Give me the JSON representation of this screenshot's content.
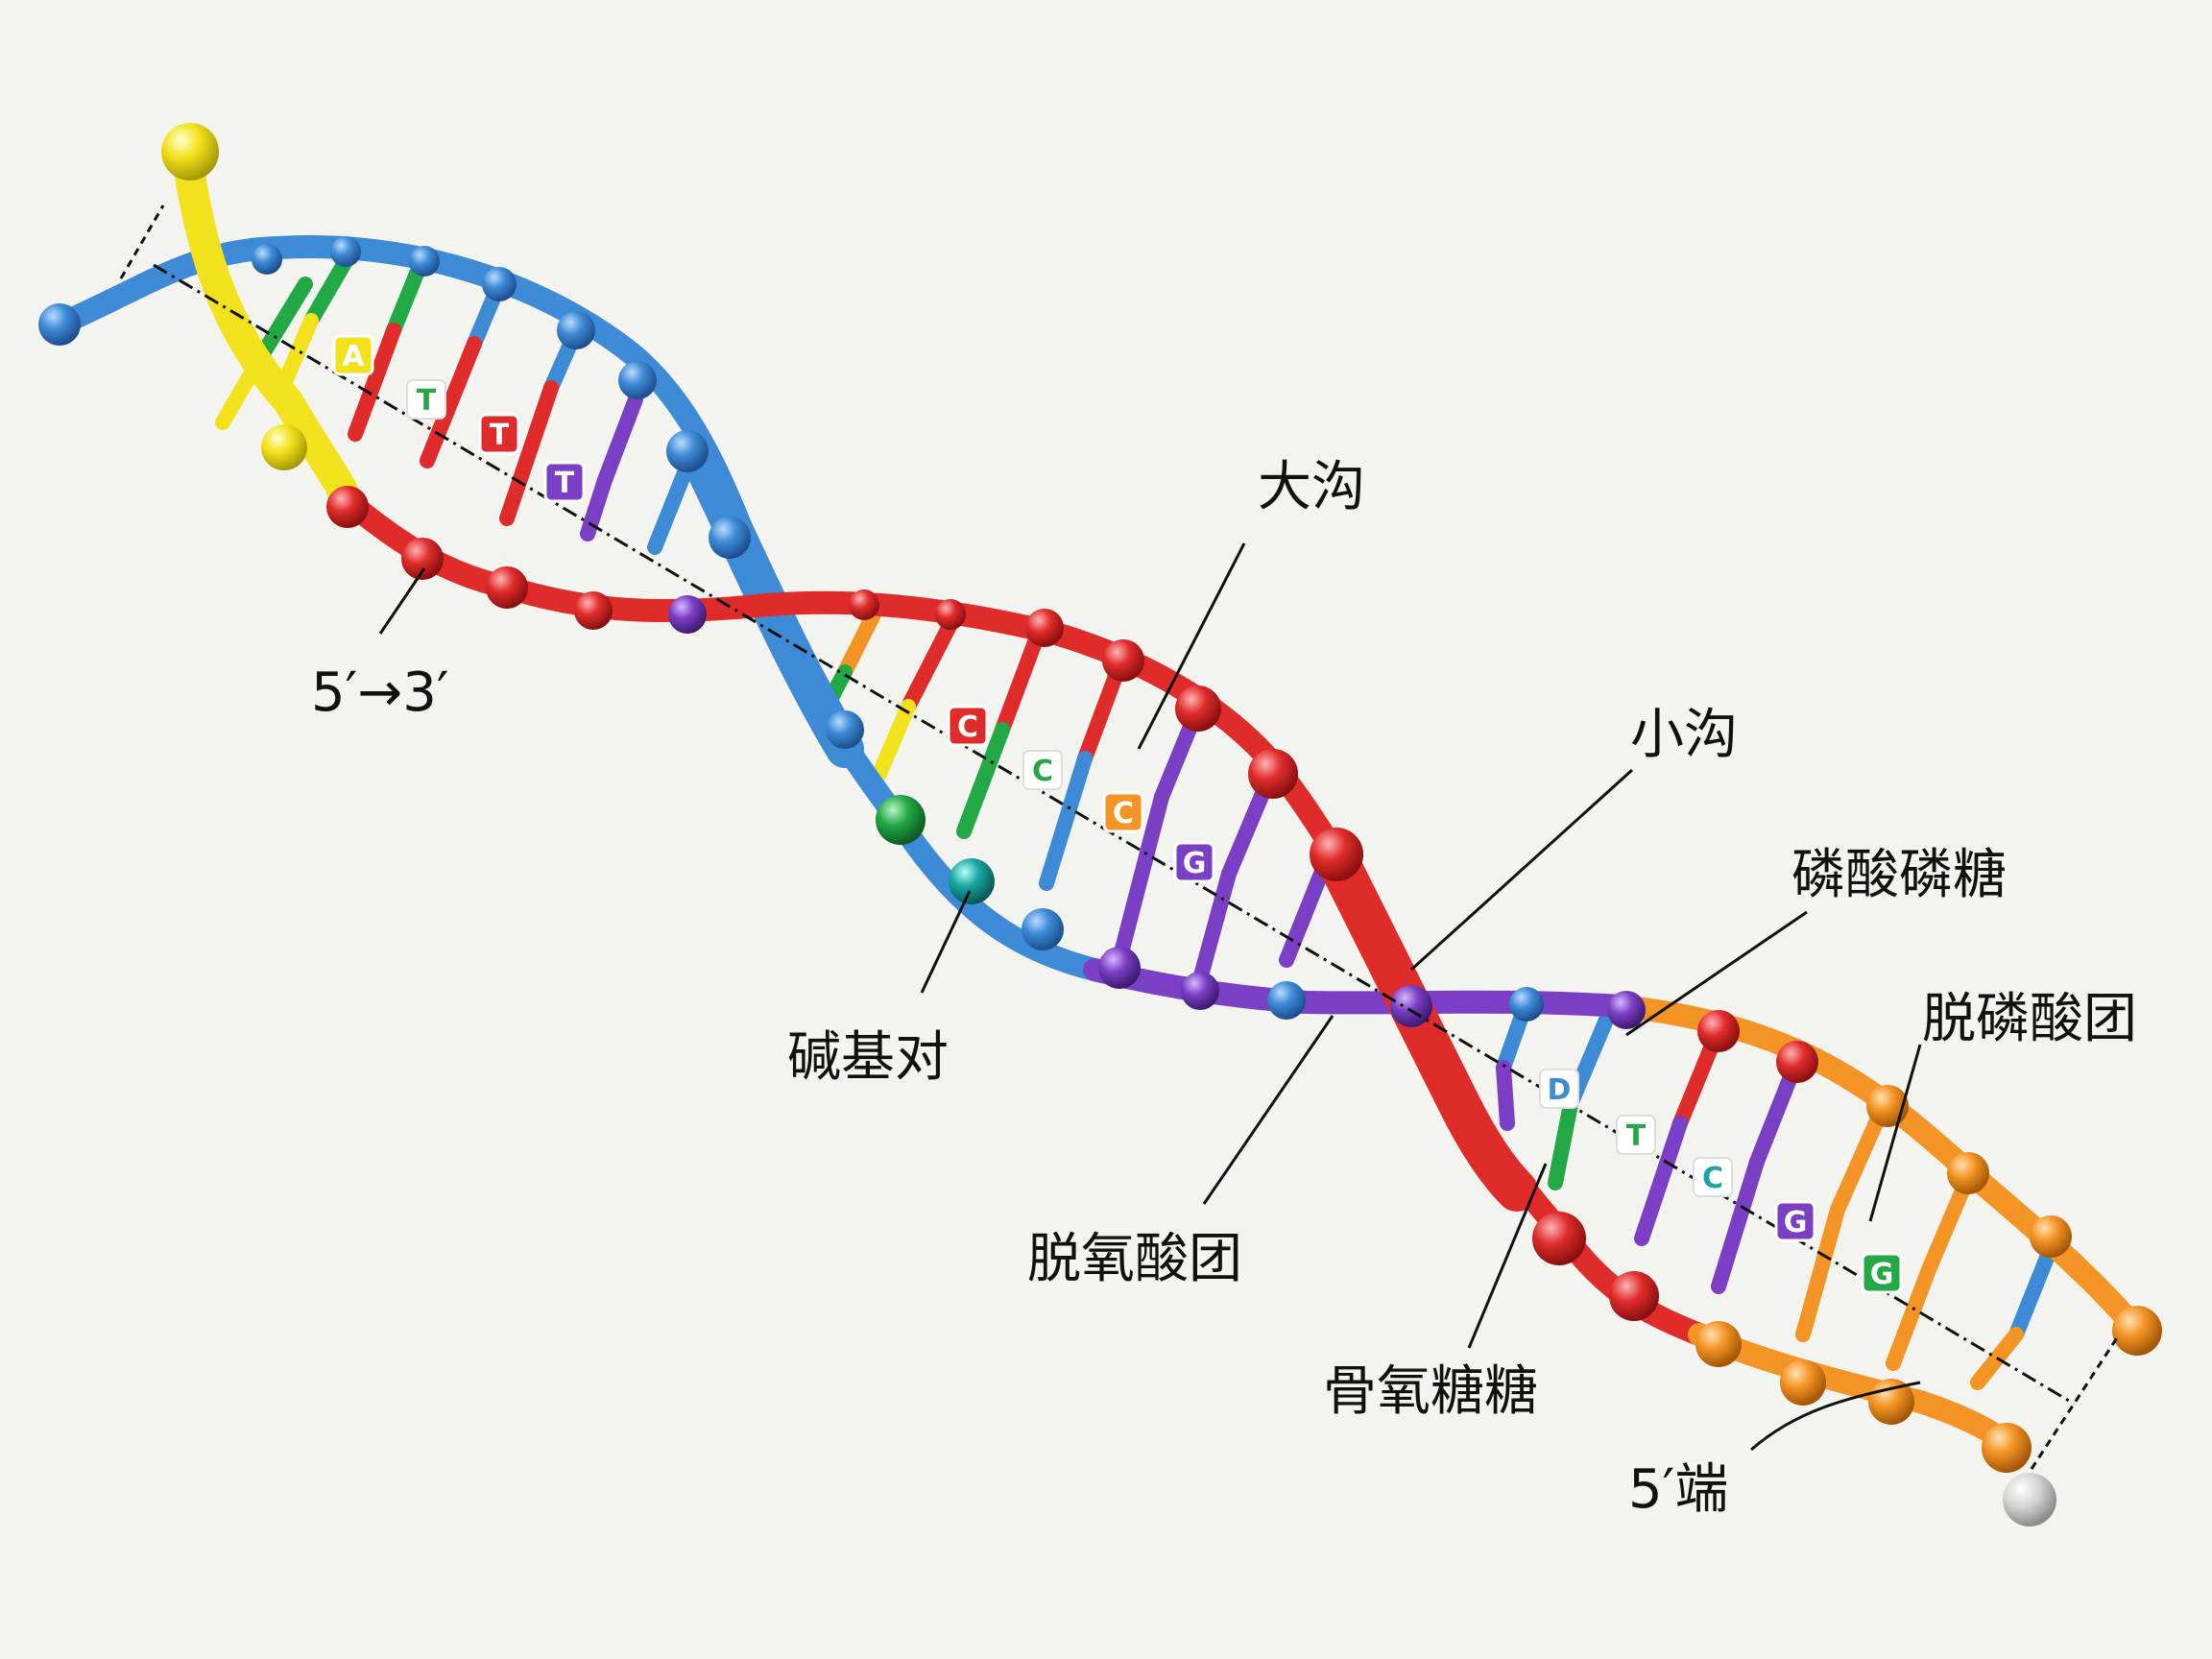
{
  "labels": {
    "major_groove": "大沟",
    "minor_groove": "小沟",
    "direction": "5′→3′",
    "base_pair": "碱基对",
    "phosphate_sugar": "磷酸磷糖",
    "deoxy_phosphate_right": "脱磷酸团",
    "deoxy_phosphate_center": "脱氧酸团",
    "bone_sugar": "骨氧糖糖",
    "five_prime_end": "5′端"
  },
  "bases": [
    "A",
    "T",
    "T",
    "T",
    "C",
    "C",
    "C",
    "G",
    "D",
    "T",
    "C",
    "G",
    "G"
  ],
  "colors": {
    "background": "#f3f3ef",
    "strand_blue": "#3d8ad6",
    "strand_red": "#e02b2b",
    "strand_yellow": "#f2e21b",
    "strand_purple": "#7a3fc4",
    "strand_orange": "#f39424",
    "base_green": "#22a845",
    "base_teal": "#17a6a0"
  }
}
